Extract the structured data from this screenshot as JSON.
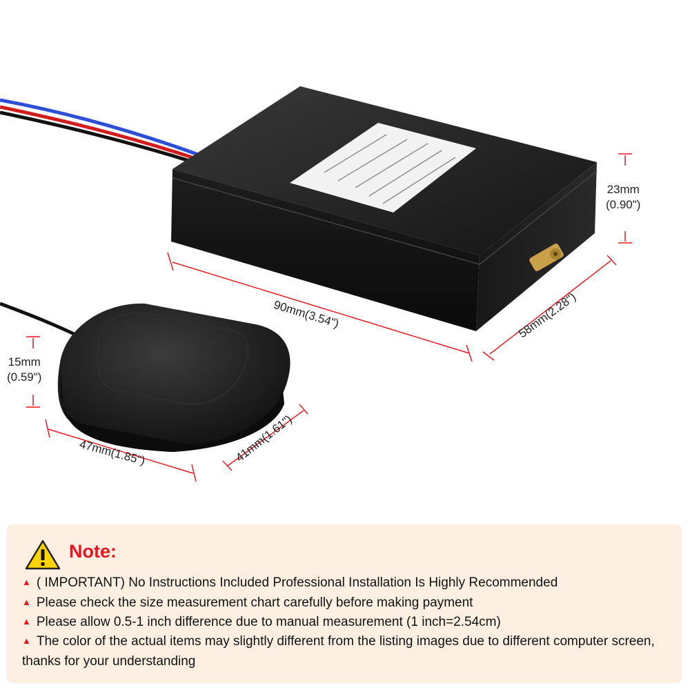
{
  "dimensions": {
    "box_height_mm": "23mm",
    "box_height_in": "(0.90\")",
    "box_length": "90mm(3.54\")",
    "box_width": "58mm(2.28\")",
    "antenna_height_mm": "15mm",
    "antenna_height_in": "(0.59\")",
    "antenna_length": "47mm(1.85\")",
    "antenna_width": "41mm(1.61\")"
  },
  "note": {
    "title": "Note:",
    "items": [
      "( IMPORTANT) No Instructions Included Professional Installation Is Highly Recommended",
      "Please check the size measurement chart carefully before making payment",
      "Please allow 0.5-1 inch difference due to manual measurement (1 inch=2.54cm)",
      "The color of the actual items may slightly different from the listing images due to different computer screen, thanks for your understanding"
    ]
  },
  "colors": {
    "accent_red": "#e8171f",
    "note_background": "#fdf0e3",
    "warning_yellow": "#ffd400"
  },
  "icons": {
    "warning": "warning-triangle-icon",
    "bullet": "red-triangle-bullet-icon"
  }
}
